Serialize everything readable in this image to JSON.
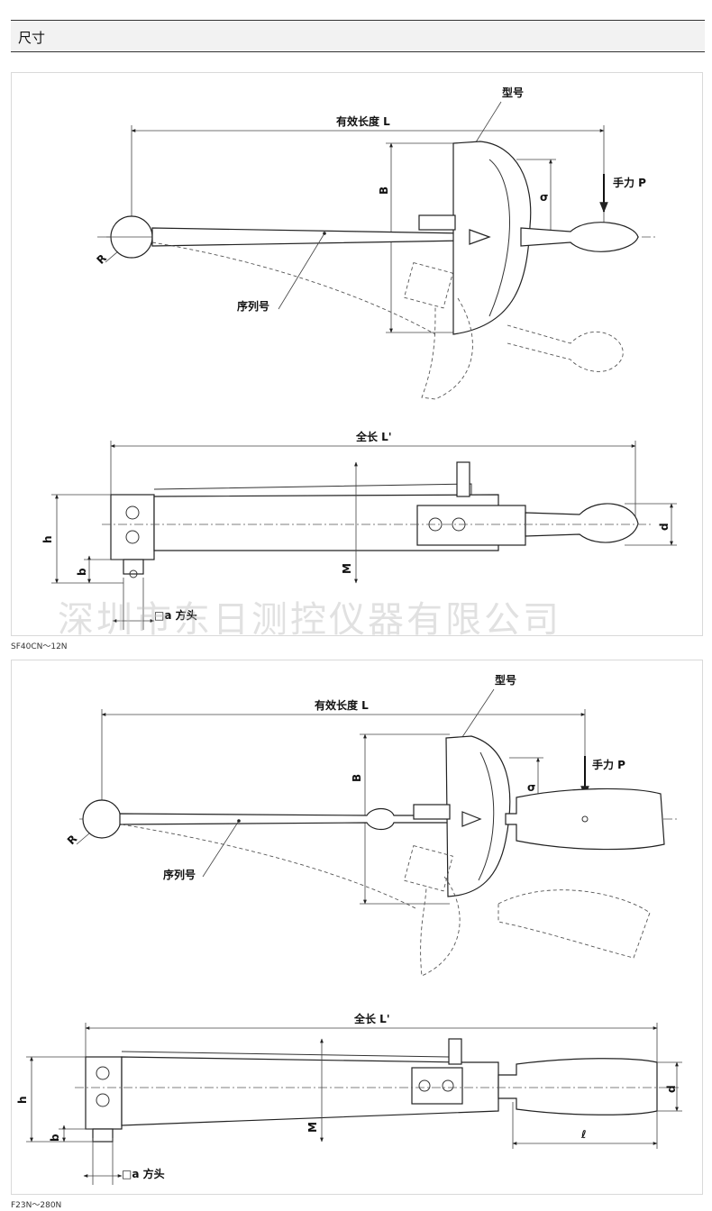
{
  "header": {
    "title": "尺寸"
  },
  "watermark": "深圳市东日测控仪器有限公司",
  "diagram_a": {
    "label_model": "型号",
    "label_effective_length": "有效长度 L",
    "label_B": "B",
    "label_sigma": "σ",
    "label_hand_force": "手力 P",
    "label_R": "R",
    "label_serial": "序列号",
    "label_total_length": "全长 L'",
    "label_h": "h",
    "label_b": "b",
    "label_M": "M",
    "label_d": "d",
    "label_square": "□a 方头",
    "caption": "SF40CN～12N"
  },
  "diagram_b": {
    "label_model": "型号",
    "label_effective_length": "有效长度 L",
    "label_B": "B",
    "label_sigma": "σ",
    "label_hand_force": "手力 P",
    "label_R": "R",
    "label_serial": "序列号",
    "label_total_length": "全长 L'",
    "label_h": "h",
    "label_b": "b",
    "label_M": "M",
    "label_d": "d",
    "label_l": "ℓ",
    "label_square": "□a 方头",
    "caption": "F23N～280N"
  }
}
